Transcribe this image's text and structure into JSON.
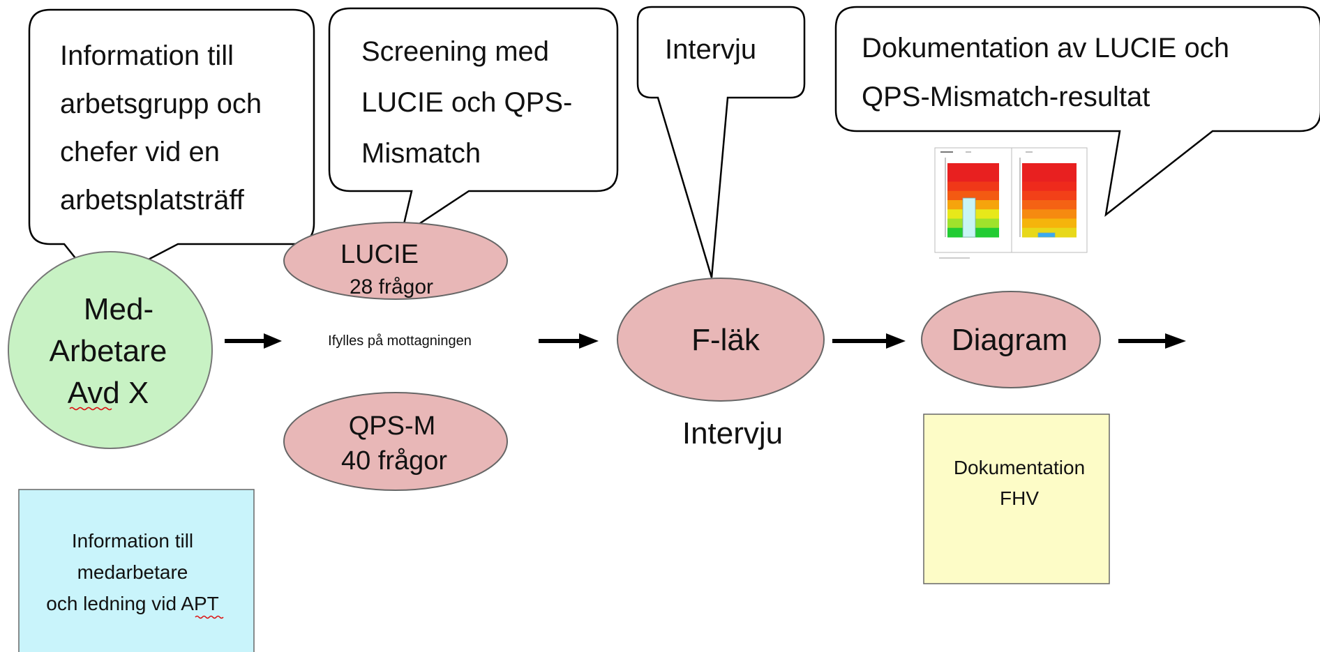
{
  "bubbles": {
    "information": [
      "Information till",
      "arbetsgrupp och",
      "chefer vid en",
      "arbetsplatsträff"
    ],
    "screening": [
      "Screening med",
      "LUCIE och QPS-",
      "Mismatch"
    ],
    "intervju": [
      "Intervju"
    ],
    "dokumentation": [
      "Dokumentation av LUCIE och",
      "QPS-Mismatch-resultat"
    ]
  },
  "nodes": {
    "medarbetare": [
      "Med-",
      "Arbetare",
      "Avd X"
    ],
    "lucie": {
      "title": "LUCIE",
      "subtitle": "28 frågor"
    },
    "ifylles": "Ifylles  på mottagningen",
    "qpsm": {
      "title": "QPS-M",
      "subtitle": "40 frågor"
    },
    "flak": "F-läk",
    "flak_caption": "Intervju",
    "diagram": "Diagram"
  },
  "notes": {
    "apt": [
      "Information till",
      "medarbetare",
      "och ledning vid APT"
    ],
    "fhv": [
      "Dokumentation",
      "FHV"
    ]
  },
  "chart_thumbnail": {
    "panels": [
      {
        "bands": [
          "#e82020",
          "#e82020",
          "#f03818",
          "#f35a12",
          "#f6a40c",
          "#e8e81a",
          "#9fe22c",
          "#22cc33"
        ],
        "marker": "#c8f5f5"
      },
      {
        "bands": [
          "#e82020",
          "#e82020",
          "#ee2a1c",
          "#f24018",
          "#f46214",
          "#f68a10",
          "#f5b40c",
          "#e8d81a"
        ],
        "marker": "#3aaaf0"
      }
    ]
  },
  "colors": {
    "green_circle": "#c8f2c4",
    "pink_ellipse": "#e8b7b7",
    "apt_box": "#c9f4fb",
    "fhv_box": "#fdfcc7"
  }
}
